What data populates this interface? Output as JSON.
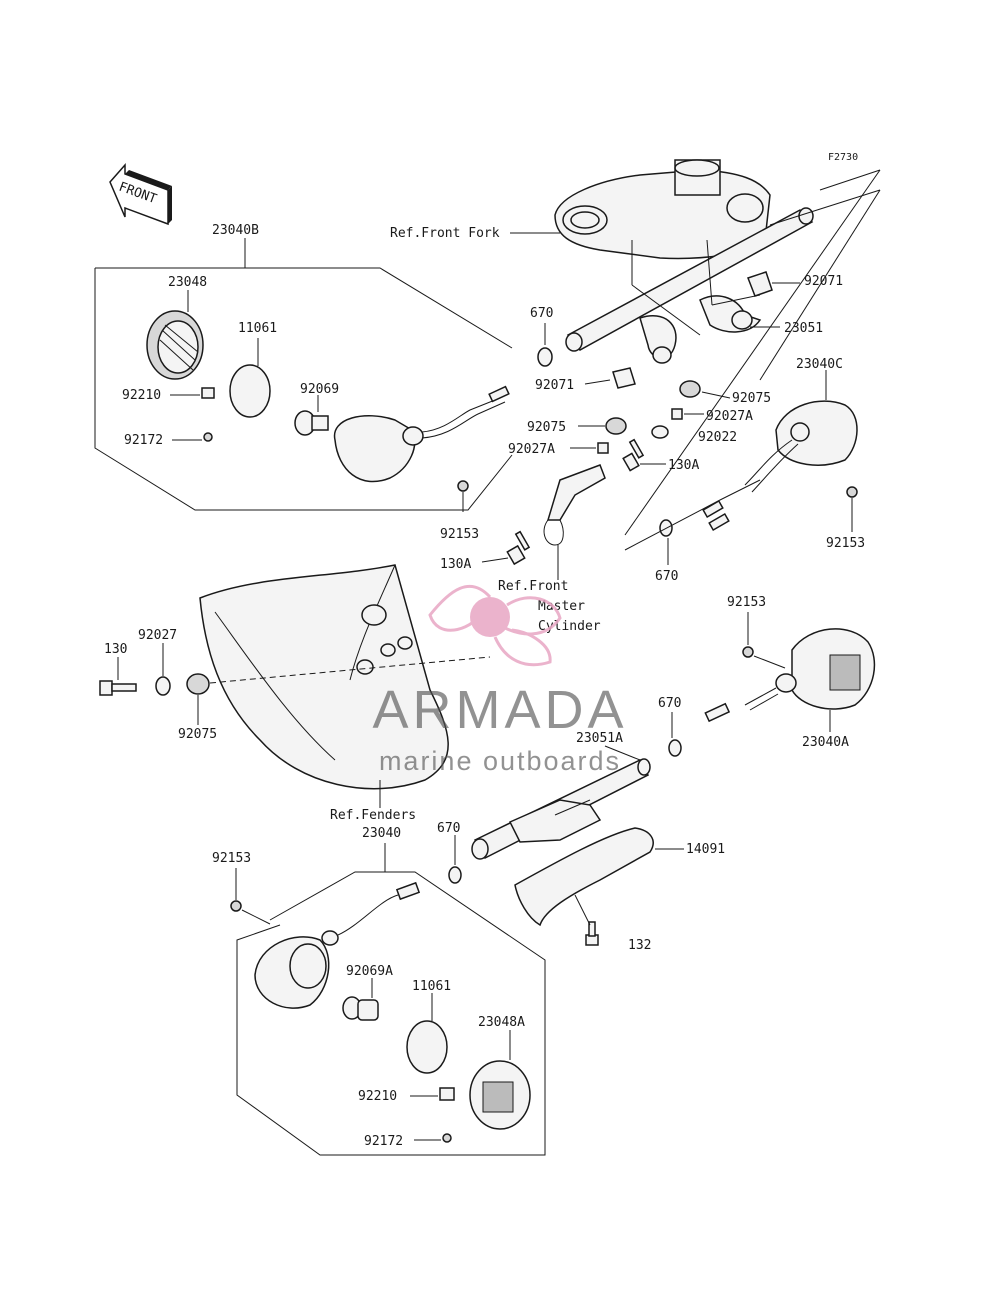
{
  "figure_code": "F2730",
  "front_indicator": "FRONT",
  "references": {
    "front_fork": "Ref.Front Fork",
    "front_master_cylinder": [
      "Ref.Front",
      "Master",
      "Cylinder"
    ],
    "fenders": "Ref.Fenders"
  },
  "labels": {
    "l23040B": "23040B",
    "l23048": "23048",
    "l11061_top": "11061",
    "l92069": "92069",
    "l92210_top": "92210",
    "l92172_top": "92172",
    "l92153_left": "92153",
    "l670_top": "670",
    "l92071_mid": "92071",
    "l92071_right": "92071",
    "l23051": "23051",
    "l92075_mid": "92075",
    "l92075_right": "92075",
    "l92027A_left": "92027A",
    "l92027A_right": "92027A",
    "l92022": "92022",
    "l130A_top": "130A",
    "l130A_left": "130A",
    "l23040C": "23040C",
    "l92153_right": "92153",
    "l670_right": "670",
    "l130": "130",
    "l92027": "92027",
    "l92075_left": "92075",
    "l92153_mid": "92153",
    "l23040A": "23040A",
    "l670_lower": "670",
    "l23051A": "23051A",
    "l670_bottom": "670",
    "l23040": "23040",
    "l14091": "14091",
    "l92153_bottom": "92153",
    "l132": "132",
    "l92069A": "92069A",
    "l11061_bottom": "11061",
    "l23048A": "23048A",
    "l92210_bottom": "92210",
    "l92172_bottom": "92172"
  },
  "watermark": {
    "brand": "ARMADA",
    "tagline": "marine outboards",
    "logo_color": "#e8a6c4",
    "text_color": "#555555"
  }
}
